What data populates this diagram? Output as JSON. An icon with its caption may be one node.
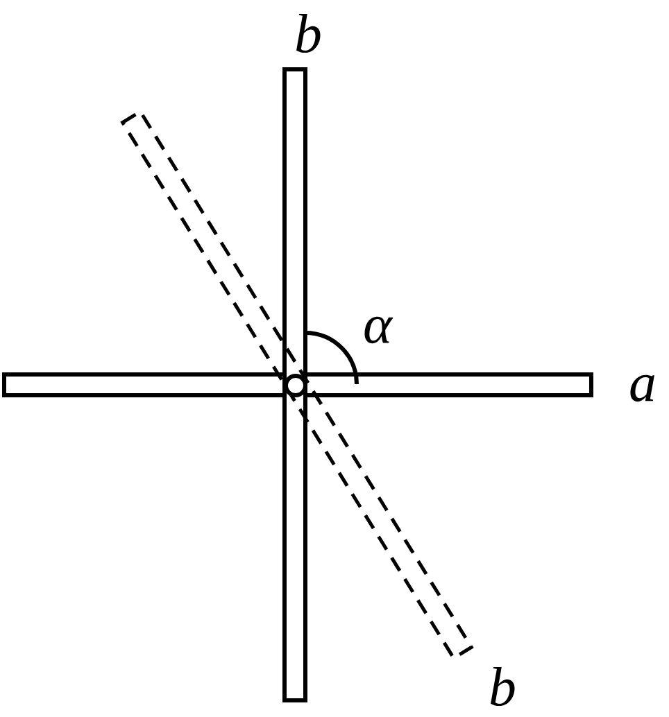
{
  "diagram": {
    "labels": [
      "b",
      "α",
      "a",
      "b"
    ]
  }
}
